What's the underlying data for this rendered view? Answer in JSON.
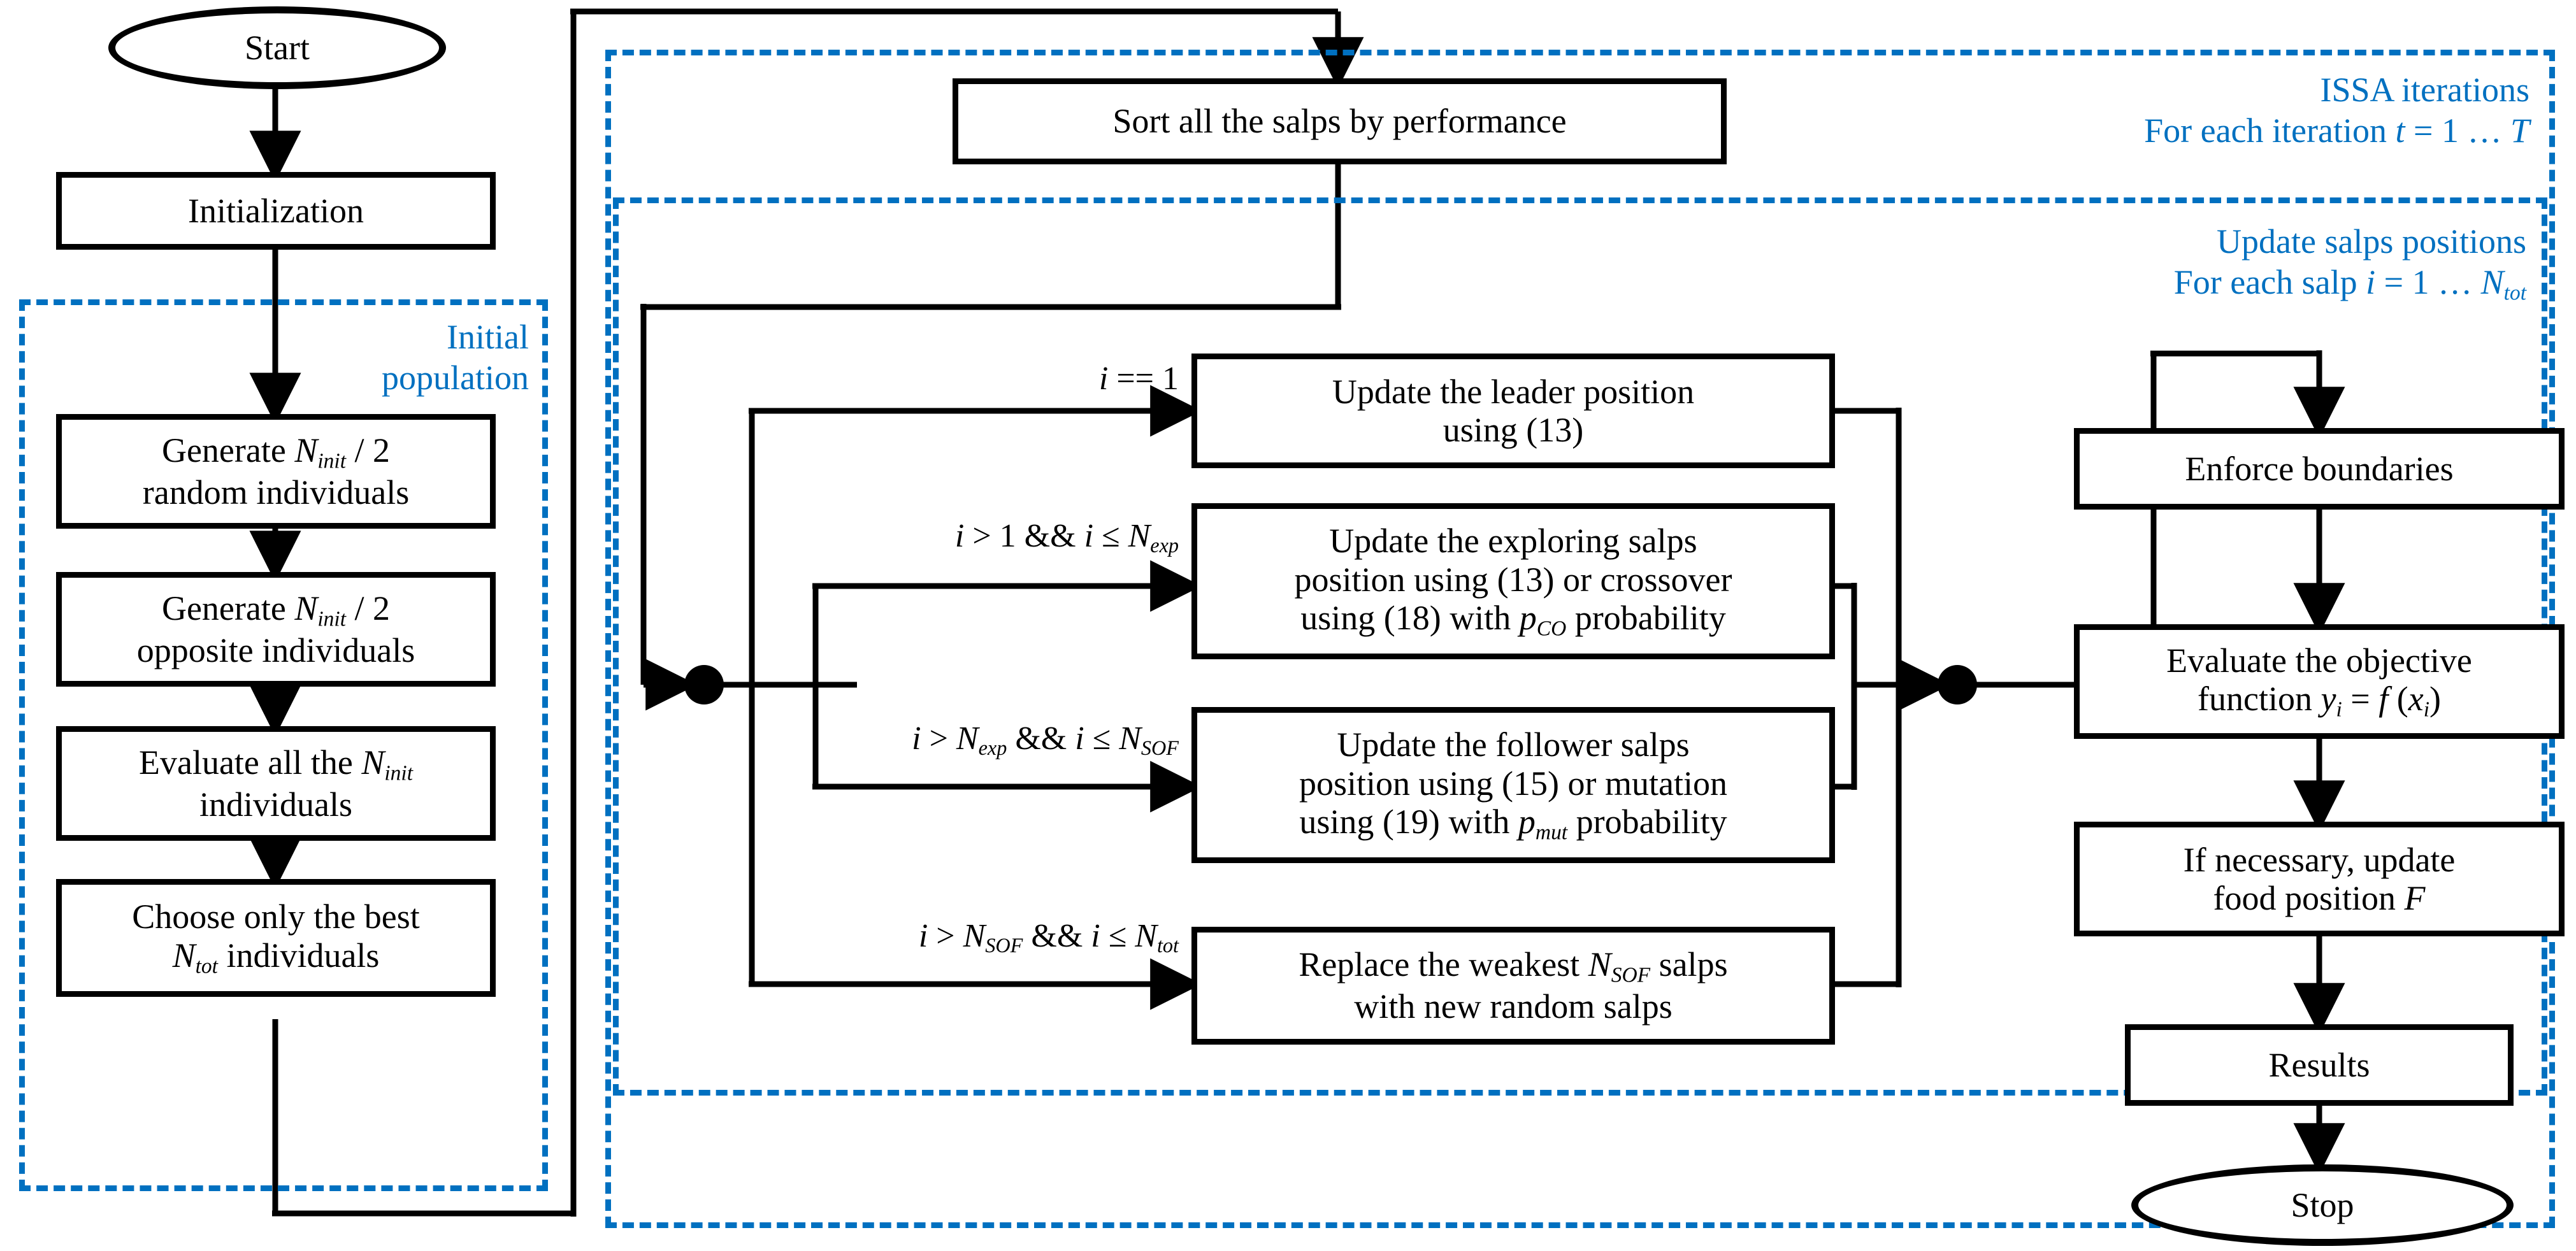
{
  "diagram": {
    "title": "ISSA algorithm flowchart",
    "accent_color": "#0070C0",
    "line_color": "#000000",
    "background": "#ffffff"
  },
  "terminals": {
    "start": "Start",
    "stop": "Stop"
  },
  "groups": [
    {
      "id": "initial-population",
      "label_line1": "Initial",
      "label_line2": "population"
    },
    {
      "id": "issa-iterations",
      "label_line1": "ISSA iterations",
      "label_line2_pre": "For each iteration ",
      "label_line2_var": "t",
      "label_line2_post": " = 1 … ",
      "label_line2_var2": "T"
    },
    {
      "id": "update-salps-positions",
      "label_line1": "Update salps positions",
      "label_line2_pre": "For each salp ",
      "label_line2_var": "i",
      "label_line2_post": " = 1 … ",
      "label_line2_var2": "N",
      "label_line2_sub2": "tot"
    }
  ],
  "nodes": {
    "initialization": {
      "line1": "Initialization"
    },
    "gen_random": {
      "line1_pre": "Generate ",
      "line1_var": "N",
      "line1_sub": "init",
      "line1_post": " / 2",
      "line2": "random individuals"
    },
    "gen_opposite": {
      "line1_pre": "Generate ",
      "line1_var": "N",
      "line1_sub": "init",
      "line1_post": " / 2",
      "line2": "opposite individuals"
    },
    "evaluate_all": {
      "line1_pre": "Evaluate all the ",
      "line1_var": "N",
      "line1_sub": "init",
      "line2": "individuals"
    },
    "choose_best": {
      "line1": "Choose only the best",
      "line2_var": "N",
      "line2_sub": "tot",
      "line2_post": " individuals"
    },
    "sort_salps": {
      "line1": "Sort all the salps by performance"
    },
    "update_leader": {
      "line1": "Update the leader position",
      "line2": "using (13)"
    },
    "update_exploring": {
      "line1": "Update the exploring salps",
      "line2": "position using (13) or crossover",
      "line3_pre": "using (18) with ",
      "line3_var": "p",
      "line3_sub": "CO",
      "line3_post": " probability"
    },
    "update_follower": {
      "line1": "Update the follower salps",
      "line2": "position using (15) or mutation",
      "line3_pre": "using (19) with ",
      "line3_var": "p",
      "line3_sub": "mut",
      "line3_post": " probability"
    },
    "replace_weakest": {
      "line1_pre": "Replace the weakest ",
      "line1_var": "N",
      "line1_sub": "SOF",
      "line1_post": " salps",
      "line2": "with new random salps"
    },
    "enforce_boundaries": {
      "line1": "Enforce boundaries"
    },
    "evaluate_objective": {
      "line1": "Evaluate the objective",
      "line2_pre": "function ",
      "line2_v1": "y",
      "line2_s1": "i",
      "line2_mid": " = ",
      "line2_v2": "f",
      "line2_open": " (",
      "line2_v3": "x",
      "line2_s3": "i",
      "line2_close": ")"
    },
    "update_food": {
      "line1": "If necessary, update",
      "line2_pre": "food position ",
      "line2_var": "F"
    },
    "results": {
      "line1": "Results"
    }
  },
  "edge_labels": {
    "cond_leader": {
      "v1": "i",
      "op": " == 1"
    },
    "cond_exploring": {
      "v1": "i",
      "op1": " > 1 && ",
      "v2": "i",
      "op2": " ≤ ",
      "v3": "N",
      "sub3": "exp"
    },
    "cond_follower": {
      "v1": "i",
      "op1": " > ",
      "v2": "N",
      "sub2": "exp",
      "op2": " && ",
      "v3": "i",
      "op3": " ≤ ",
      "v4": "N",
      "sub4": "SOF"
    },
    "cond_replace": {
      "v1": "i",
      "op1": " > ",
      "v2": "N",
      "sub2": "SOF",
      "op2": " && ",
      "v3": "i",
      "op3": " ≤ ",
      "v4": "N",
      "sub4": "tot"
    }
  }
}
